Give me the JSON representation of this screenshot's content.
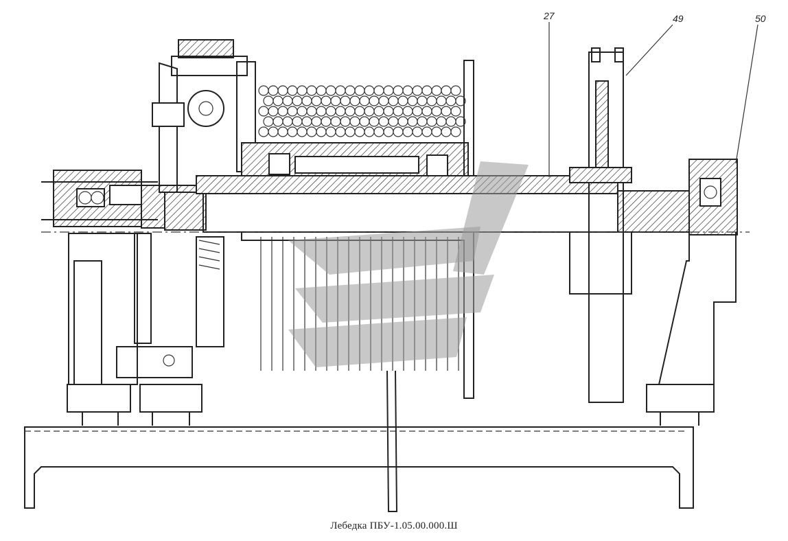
{
  "caption": "Лебедка ПБУ-1.05.00.000.Ш",
  "callouts": {
    "c27": "27",
    "c49": "49",
    "c50": "50"
  }
}
